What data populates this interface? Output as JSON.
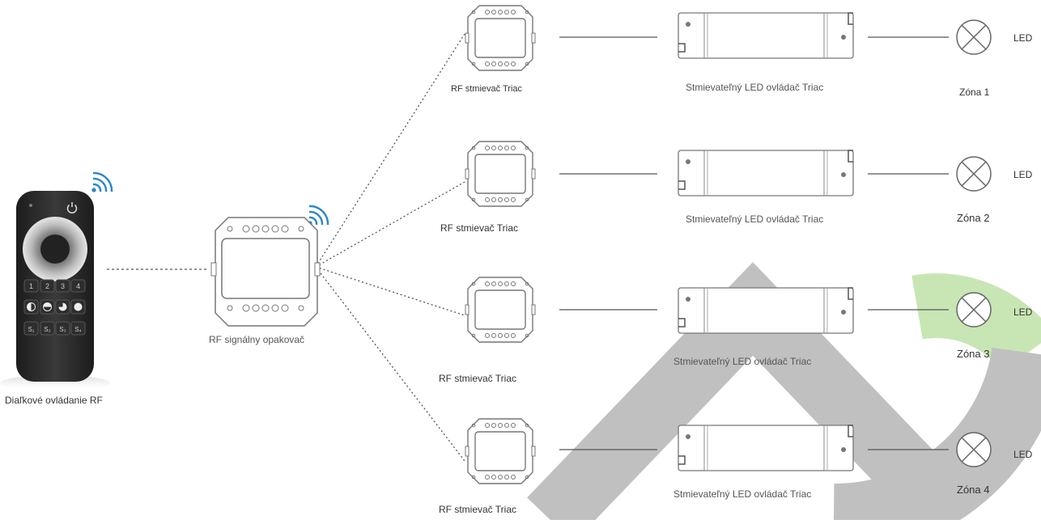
{
  "watermark": {
    "color": "#c0c0c0",
    "accent": "#c8e6b4"
  },
  "remote": {
    "label": "Diaľkové ovládanie RF",
    "buttons": [
      "1",
      "2",
      "3",
      "4"
    ],
    "scene_buttons": [
      "S₁",
      "S₂",
      "S₃",
      "S₄"
    ],
    "icons": [
      "power-icon",
      "wifi-signal-icon"
    ]
  },
  "repeater": {
    "label": "RF signálny opakovač",
    "icon": "wifi-signal-icon"
  },
  "zones": [
    {
      "dimmer_label": "RF stmievač Triac",
      "driver_label": "Stmievateľný LED ovládač Triac",
      "zone_label": "Zóna 1",
      "led_label": "LED"
    },
    {
      "dimmer_label": "RF stmievač Triac",
      "driver_label": "Stmievateľný LED ovládač Triac",
      "zone_label": "Zóna 2",
      "led_label": "LED"
    },
    {
      "dimmer_label": "RF stmievač Triac",
      "driver_label": "Stmievateľný LED ovládač Triac",
      "zone_label": "Zóna 3",
      "led_label": "LED"
    },
    {
      "dimmer_label": "RF stmievač Triac",
      "driver_label": "Stmievateľný LED ovládač Triac",
      "zone_label": "Zóna 4",
      "led_label": "LED"
    }
  ]
}
